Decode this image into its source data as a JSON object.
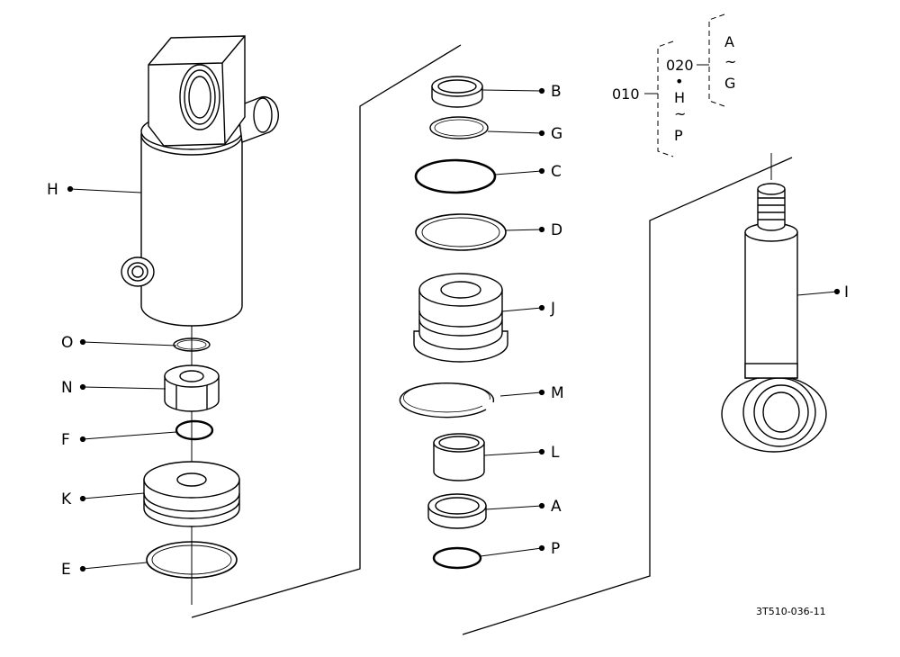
{
  "parts": [
    {
      "id": "H",
      "label": "H"
    },
    {
      "id": "O",
      "label": "O"
    },
    {
      "id": "N",
      "label": "N"
    },
    {
      "id": "F",
      "label": "F"
    },
    {
      "id": "K",
      "label": "K"
    },
    {
      "id": "E",
      "label": "E"
    },
    {
      "id": "B",
      "label": "B"
    },
    {
      "id": "G",
      "label": "G"
    },
    {
      "id": "C",
      "label": "C"
    },
    {
      "id": "D",
      "label": "D"
    },
    {
      "id": "J",
      "label": "J"
    },
    {
      "id": "M",
      "label": "M"
    },
    {
      "id": "L",
      "label": "L"
    },
    {
      "id": "A",
      "label": "A"
    },
    {
      "id": "P",
      "label": "P"
    },
    {
      "id": "I",
      "label": "I"
    }
  ],
  "assembly_key": {
    "level1": "010",
    "level2": "020",
    "dot": "•",
    "tilde": "~",
    "group1": [
      "H",
      "P"
    ],
    "group2": [
      "A",
      "G"
    ]
  },
  "drawing_code": "3T510-036-11"
}
